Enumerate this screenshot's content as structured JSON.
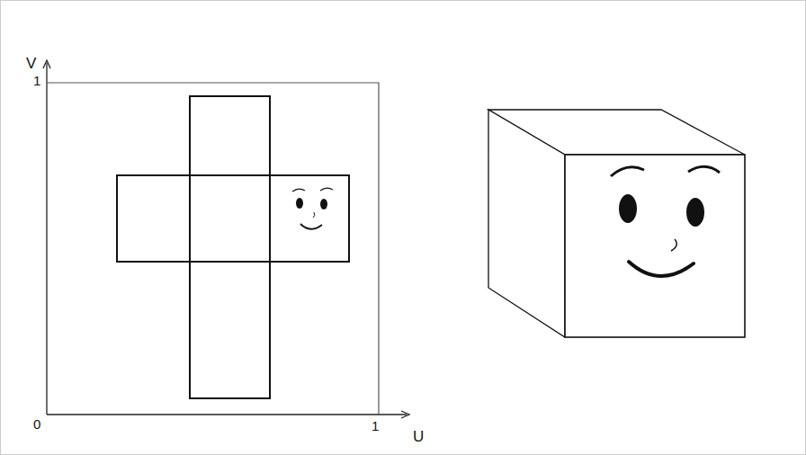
{
  "diagram": {
    "labels": [
      "V",
      "1",
      "0",
      "1",
      "U"
    ]
  }
}
